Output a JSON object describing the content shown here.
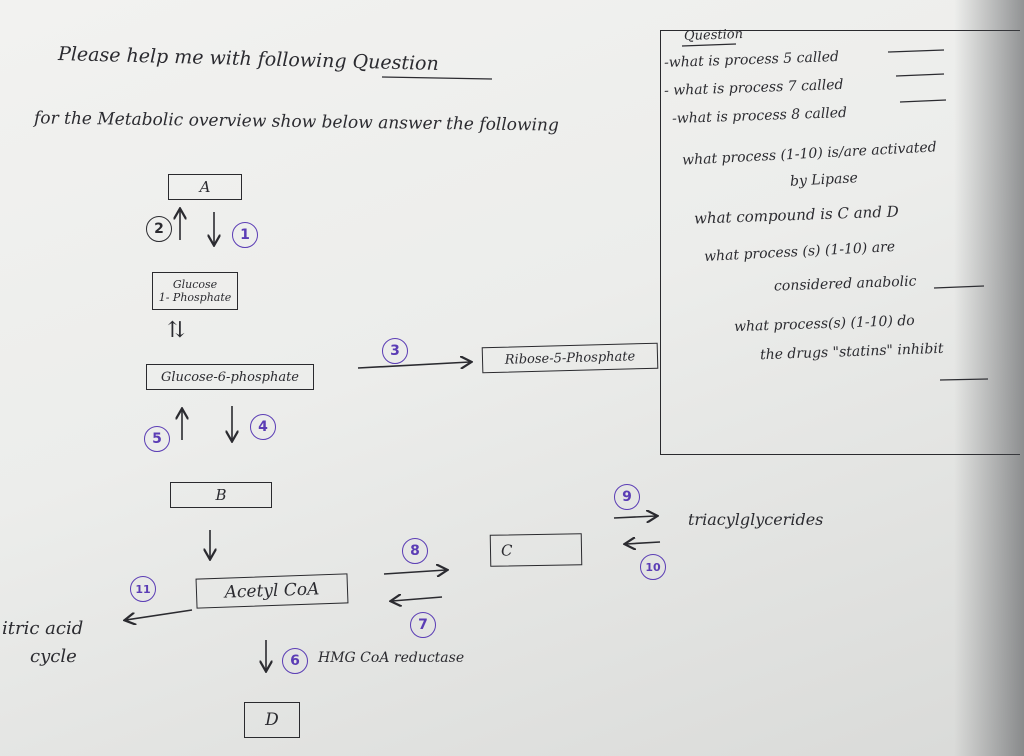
{
  "header": {
    "line1": "Please help me with following Question",
    "line2": "for the Metabolic overview show below answer the following"
  },
  "diagram": {
    "nodes": {
      "a": "A",
      "g1p_line1": "Glucose",
      "g1p_line2": "1- Phosphate",
      "g6p": "Glucose-6-phosphate",
      "r5p": "Ribose-5-Phosphate",
      "b": "B",
      "acetyl": "Acetyl CoA",
      "c": "C",
      "d": "D",
      "tag": "triacylglycerides",
      "cac_line1": "itric acid",
      "cac_line2": "cycle"
    },
    "steps": [
      "1",
      "2",
      "3",
      "4",
      "5",
      "6",
      "7",
      "8",
      "9",
      "10",
      "11"
    ],
    "enzyme": "HMG CoA reductase",
    "reversible": "⇅"
  },
  "questions": {
    "title": "Question",
    "q1": "-what is process 5 called",
    "q2": "- what is process 7 called",
    "q3": "-what is process 8 called",
    "q4a": "what process (1-10) is/are activated",
    "q4b": "by Lipase",
    "q5": "what compound is C and D",
    "q6a": "what process (s) (1-10) are",
    "q6b": "considered anabolic",
    "q7a": "what process(s) (1-10) do",
    "q7b": "the drugs \"statins\" inhibit"
  },
  "colors": {
    "ink": "#2b2b30",
    "step_ink": "#5b3db5",
    "paper": "#eeeeec"
  }
}
